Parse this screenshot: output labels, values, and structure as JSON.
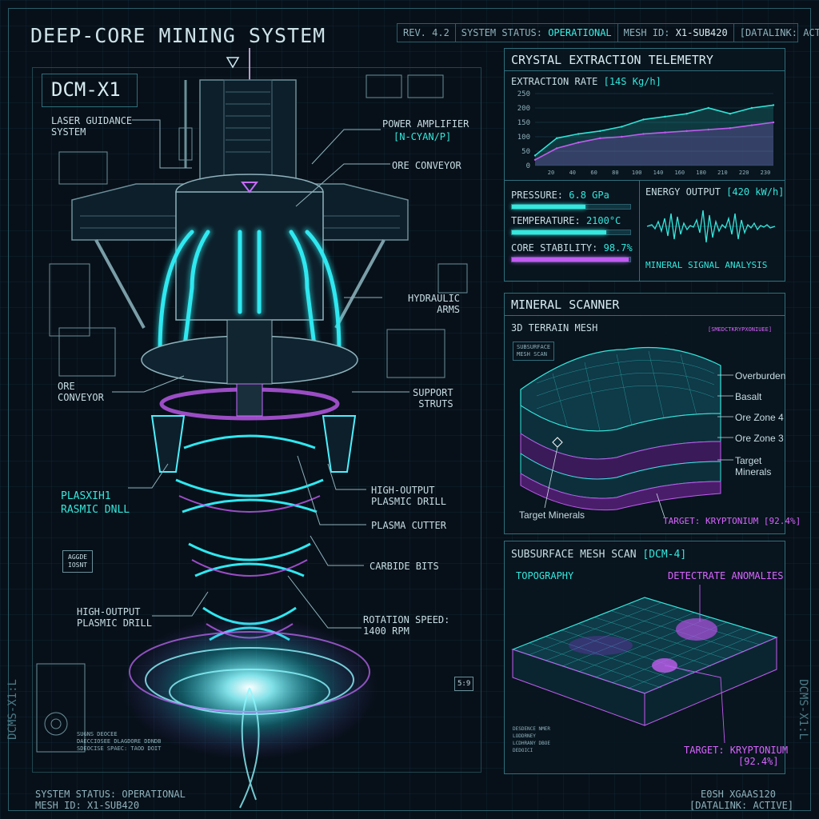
{
  "header": {
    "title": "DEEP-CORE MINING SYSTEM",
    "rev": "REV. 4.2",
    "status_label": "SYSTEM STATUS:",
    "status_value": "OPERATIONAL",
    "mesh_label": "MESH ID:",
    "mesh_value": "X1-SUB420",
    "datalink": "[DATALINK: ACTIVE]"
  },
  "schematic": {
    "model": "DCM-X1",
    "labels": {
      "laser_guidance": "LASER GUIDANCE\nSYSTEM",
      "power_amplifier": "POWER AMPLIFIER",
      "power_amplifier_sub": "[N-CYAN/P]",
      "ore_conveyor_top": "ORE CONVEYOR",
      "hydraulic_arms": "HYDRAULIC\nARMS",
      "ore_conveyor_left": "ORE\nCONVEYOR",
      "support_struts": "SUPPORT\nSTRUTS",
      "plasmic_left": "PLASXIH1\nRASMIC DNLL",
      "high_output_right": "HIGH-OUTPUT\nPLASMIC DRILL",
      "plasma_cutter": "PLASMA CUTTER",
      "carbide_bits": "CARBIDE BITS",
      "high_output_left": "HIGH-OUTPUT\nPLASMIC DRILL",
      "rotation_speed": "ROTATION SPEED:\n1400 RPM",
      "small_box": "AGGDE\nIOSNT",
      "small_num": "5:9",
      "spec_text": "SUGNS DEOCEE\nDAECCIOSEE DLAGDORE DDNDB\nSDEOCISE SPAEC: TAOD DOIT"
    }
  },
  "footer": {
    "status": "SYSTEM STATUS: OPERATIONAL",
    "mesh": "MESH ID: X1-SUB420",
    "right_top": "E0SH XGAAS120",
    "right_bottom": "[DATALINK: ACTIVE]",
    "side_left": "DCMS-X1:L",
    "side_right": "DCMS-X1:L"
  },
  "telemetry": {
    "title": "CRYSTAL EXTRACTION TELEMETRY",
    "rate_label": "EXTRACTION RATE",
    "rate_value": "[14S Kg/h]",
    "pressure_label": "PRESSURE:",
    "pressure_value": "6.8 GPa",
    "temperature_label": "TEMPERATURE:",
    "temperature_value": "2100°C",
    "stability_label": "CORE STABILITY:",
    "stability_value": "98.7%",
    "energy_label": "ENERGY OUTPUT",
    "energy_value": "[420 kW/h]",
    "signal_label": "MINERAL SIGNAL ANALYSIS"
  },
  "chart_data": {
    "type": "line",
    "x": [
      20,
      40,
      60,
      80,
      100,
      120,
      140,
      160,
      180,
      200,
      220,
      240
    ],
    "x_tick_labels": [
      "20",
      "40",
      "60",
      "80",
      "100",
      "140",
      "160",
      "180",
      "210",
      "220",
      "230"
    ],
    "y_ticks": [
      0,
      50,
      100,
      150,
      200,
      250
    ],
    "ylim": [
      0,
      250
    ],
    "series": [
      {
        "color": "#2fe3d6",
        "values": [
          35,
          95,
          110,
          120,
          135,
          160,
          170,
          180,
          200,
          180,
          200,
          210
        ]
      },
      {
        "color": "#c05cf0",
        "values": [
          20,
          60,
          80,
          95,
          100,
          110,
          115,
          120,
          125,
          130,
          140,
          150
        ]
      }
    ]
  },
  "gauges": {
    "pressure": 0.62,
    "temperature": 0.8,
    "stability": 0.987
  },
  "scanner": {
    "title": "MINERAL SCANNER",
    "terrain_label": "3D TERRAIN MESH",
    "tag": "[SMEDCTKRYPXONIUEE]",
    "sub_tag": "SUBSURFACE\nMESH SCAN",
    "layers": [
      "Overburden",
      "Basalt",
      "Ore Zone 4",
      "Ore Zone 3",
      "Target\nMinerals"
    ],
    "target_minerals": "Target Minerals",
    "target": "TARGET: KRYPTONIUM [92.4%]"
  },
  "mesh_scan": {
    "title": "SUBSURFACE MESH SCAN",
    "title_tag": "[DCM-4]",
    "topography": "TOPOGRAPHY",
    "anomalies": "DETECTRATE ANOMALIES",
    "target_line1": "TARGET: KRYPTONIUM",
    "target_line2": "[92.4%]",
    "legend": "DESDENCE NMER\nLODDRNEY\nLCDHRANY DBOE\nDEDOICI"
  }
}
